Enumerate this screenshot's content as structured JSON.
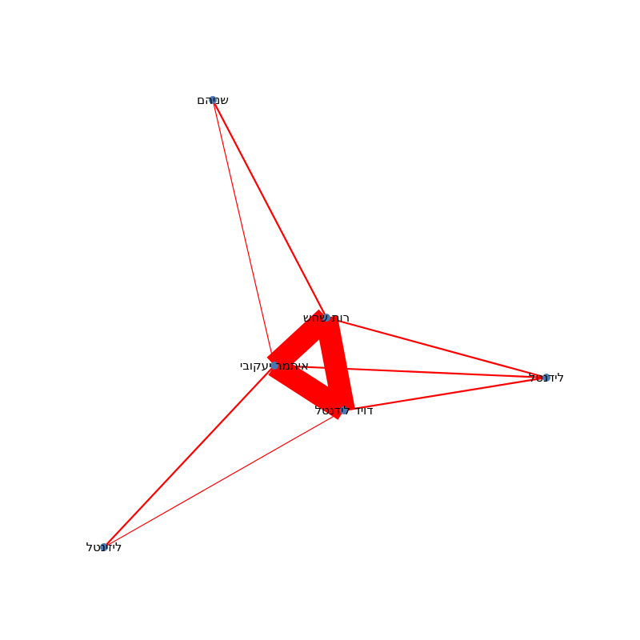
{
  "graph": {
    "edge_color": "#ff0000",
    "node_color": "#4a78b0",
    "nodes": [
      {
        "id": "n1",
        "label": "רות שחש"
      },
      {
        "id": "n2",
        "label": "איתמר יעקובי"
      },
      {
        "id": "n3",
        "label": "דויד לידנטל"
      },
      {
        "id": "n4",
        "label": "לידנטל"
      },
      {
        "id": "n5",
        "label": "שניהם"
      },
      {
        "id": "n6",
        "label": "ליזינטל"
      }
    ],
    "edges": [
      {
        "source": "n1",
        "target": "n2",
        "weight": 12
      },
      {
        "source": "n1",
        "target": "n3",
        "weight": 12
      },
      {
        "source": "n2",
        "target": "n3",
        "weight": 12
      },
      {
        "source": "n1",
        "target": "n4",
        "weight": 2
      },
      {
        "source": "n2",
        "target": "n4",
        "weight": 2
      },
      {
        "source": "n3",
        "target": "n4",
        "weight": 2
      },
      {
        "source": "n5",
        "target": "n1",
        "weight": 2
      },
      {
        "source": "n5",
        "target": "n2",
        "weight": 1
      },
      {
        "source": "n6",
        "target": "n2",
        "weight": 2
      },
      {
        "source": "n6",
        "target": "n3",
        "weight": 1
      }
    ]
  }
}
